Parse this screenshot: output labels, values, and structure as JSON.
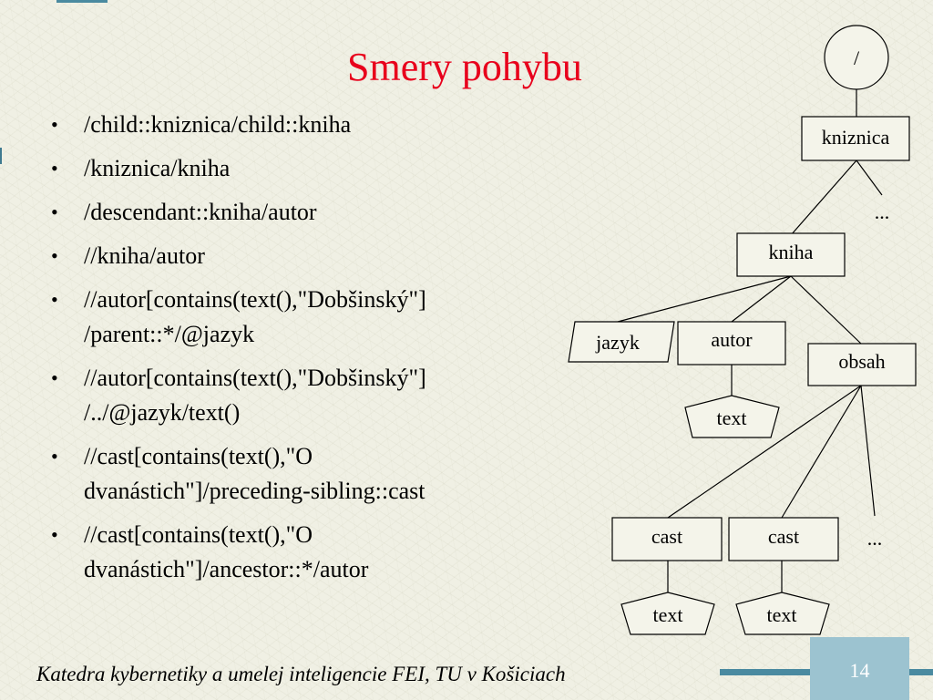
{
  "slide": {
    "title": "Smery pohybu",
    "bullets": [
      {
        "lines": [
          "/child::kniznica/child::kniha"
        ]
      },
      {
        "lines": [
          "/kniznica/kniha"
        ]
      },
      {
        "lines": [
          "/descendant::kniha/autor"
        ]
      },
      {
        "lines": [
          "//kniha/autor"
        ]
      },
      {
        "lines": [
          "//autor[contains(text(),\"Dobšinský\"]",
          "/parent::*/@jazyk"
        ]
      },
      {
        "lines": [
          "//autor[contains(text(),\"Dobšinský\"]",
          "/../@jazyk/text()"
        ]
      },
      {
        "lines": [
          "//cast[contains(text(),\"O",
          "dvanástich\"]/preceding-sibling::cast"
        ]
      },
      {
        "lines": [
          "//cast[contains(text(),\"O",
          "dvanástich\"]/ancestor::*/autor"
        ]
      }
    ],
    "bullet_symbol": "•",
    "tree": {
      "root": "/",
      "kniznica": "kniznica",
      "ellipsis_1": "...",
      "kniha": "kniha",
      "jazyk": "jazyk",
      "autor": "autor",
      "autor_text": "text",
      "obsah": "obsah",
      "cast_1": "cast",
      "cast_2": "cast",
      "ellipsis_2": "...",
      "cast_1_text": "text",
      "cast_2_text": "text"
    },
    "footer": "Katedra kybernetiky a umelej inteligencie FEI, TU v Košiciach",
    "page_number": "14"
  },
  "colors": {
    "title": "#e8001c",
    "accent": "#4a8aa0",
    "page_box": "#9cc3d0",
    "background": "#f0f0e4"
  }
}
